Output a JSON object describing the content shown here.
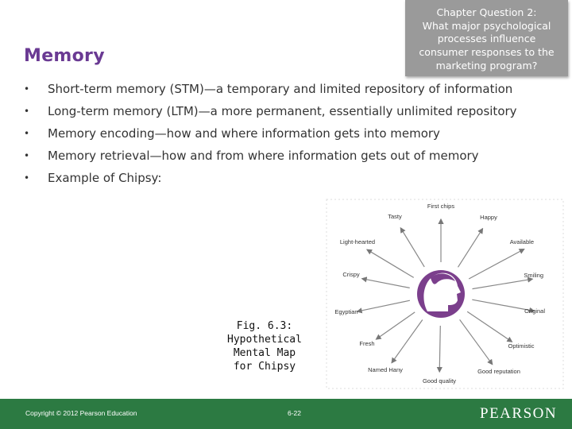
{
  "slide": {
    "title": "Memory",
    "chapter_box": {
      "lines": [
        "Chapter Question 2:",
        "What major psychological",
        "processes influence",
        "consumer responses to the",
        "marketing program?"
      ]
    },
    "bullets": [
      {
        "bold": "",
        "text": "Short-term memory (STM)—a temporary and limited repository of information"
      },
      {
        "bold": "",
        "text": "Long-term memory (LTM)—a more permanent, essentially unlimited repository"
      },
      {
        "bold": "Memory encoding",
        "text": "—how and where information gets into memory"
      },
      {
        "bold": "Memory retrieval",
        "text": "—how and from where information gets out of memory"
      },
      {
        "bold": "",
        "text": "Example of Chipsy:"
      }
    ],
    "bullet_marker": "•",
    "figure": {
      "caption_lines": [
        "Fig. 6.3:",
        "Hypothetical",
        "Mental Map",
        "for Chipsy"
      ],
      "map_labels": [
        "First chips",
        "Happy",
        "Available",
        "Smiling",
        "Original",
        "Optimistic",
        "Good reputation",
        "Good quality",
        "Named Hany",
        "Fresh",
        "Egyptian",
        "Crispy",
        "Light-hearted",
        "Tasty"
      ],
      "head_color": "#7b3f8c"
    },
    "footer": {
      "copyright": "Copyright © 2012 Pearson Education",
      "page": "6-22",
      "brand": "PEARSON",
      "color": "#2c7a42"
    }
  }
}
